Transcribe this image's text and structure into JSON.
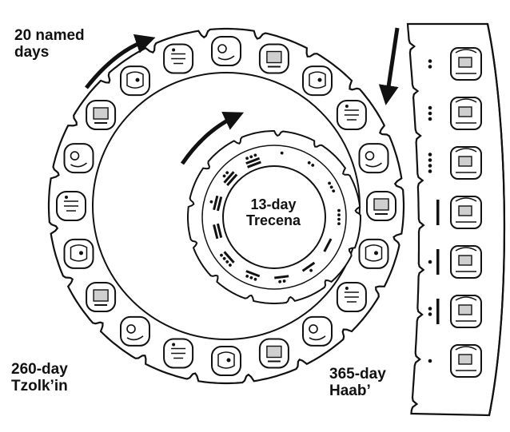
{
  "labels": {
    "named_days": "20 named\ndays",
    "tzolkin": "260-day\nTzolk’in",
    "haab": "365-day\nHaab’",
    "trecena": "13-day\nTrecena"
  },
  "tzolkin_wheel": {
    "glyph_count": 20,
    "icons": [
      "day-glyph-icon"
    ]
  },
  "trecena_wheel": {
    "numbers": [
      1,
      2,
      3,
      4,
      5,
      6,
      7,
      8,
      9,
      10,
      11,
      12,
      13
    ]
  },
  "haab_column": {
    "numbers": [
      2,
      3,
      4,
      5,
      6,
      7,
      1
    ],
    "icons": [
      "month-glyph-icon"
    ]
  },
  "colors": {
    "ink": "#111111",
    "fill": "#ffffff",
    "glyph_shade": "#cfcfcf"
  }
}
